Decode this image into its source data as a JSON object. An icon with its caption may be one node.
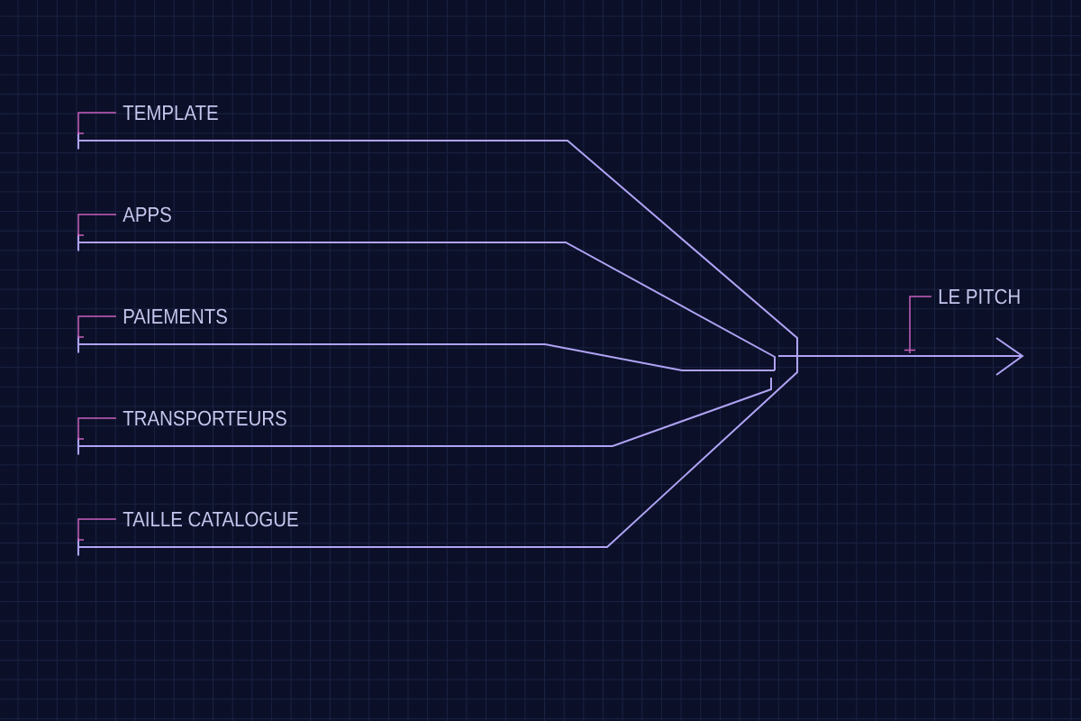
{
  "diagram": {
    "nodes": [
      {
        "text": [
          "TEMPLATE"
        ]
      },
      {
        "text": [
          "APPS"
        ]
      },
      {
        "text": [
          "PAIEMENTS"
        ]
      },
      {
        "text": [
          "TRANSPORTEURS"
        ]
      },
      {
        "text": [
          "TAILLE CATALOGUE"
        ]
      },
      {
        "text": [
          "LE PITCH"
        ]
      }
    ],
    "edges": [
      {
        "from": 0,
        "to": null,
        "arrow": "none"
      },
      {
        "from": 1,
        "to": null,
        "arrow": "none"
      },
      {
        "from": 2,
        "to": null,
        "arrow": "none"
      },
      {
        "from": 3,
        "to": null,
        "arrow": "none"
      },
      {
        "from": 4,
        "to": null,
        "arrow": "none"
      },
      {
        "from": 5,
        "to": null,
        "arrow": "none"
      }
    ]
  }
}
